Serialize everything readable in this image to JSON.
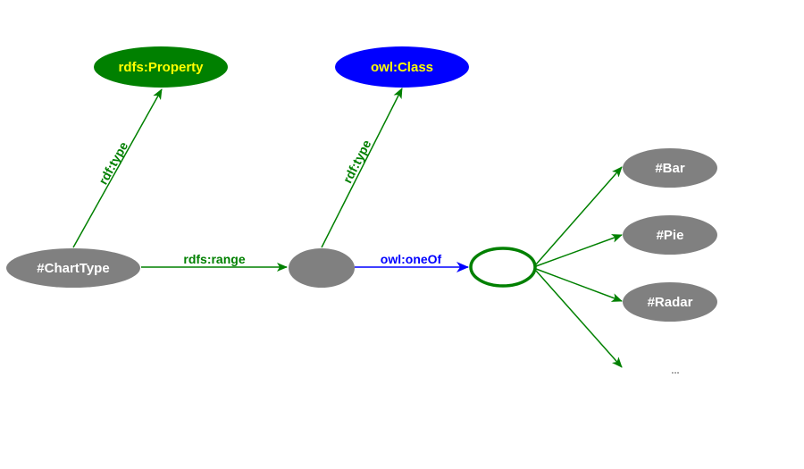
{
  "diagram": {
    "title": "ChartType OWL enumeration",
    "colors": {
      "green": "#008000",
      "blue": "#0000ff",
      "gray": "#808080",
      "white": "#ffffff",
      "yellow": "#ffff00"
    },
    "nodes": {
      "rdfs_property": {
        "label": "rdfs:Property"
      },
      "owl_class": {
        "label": "owl:Class"
      },
      "chart_type": {
        "label": "#ChartType"
      },
      "blank_node": {
        "label": ""
      },
      "list_node": {
        "label": ""
      },
      "bar": {
        "label": "#Bar"
      },
      "pie": {
        "label": "#Pie"
      },
      "radar": {
        "label": "#Radar"
      },
      "more": {
        "label": "..."
      }
    },
    "edges": {
      "charttype_type": {
        "label": "rdf:type",
        "from": "#ChartType",
        "to": "rdfs:Property"
      },
      "blank_type": {
        "label": "rdf:type",
        "from": "blank",
        "to": "owl:Class"
      },
      "range": {
        "label": "rdfs:range",
        "from": "#ChartType",
        "to": "blank"
      },
      "oneof": {
        "label": "owl:oneOf",
        "from": "blank",
        "to": "list"
      }
    }
  }
}
